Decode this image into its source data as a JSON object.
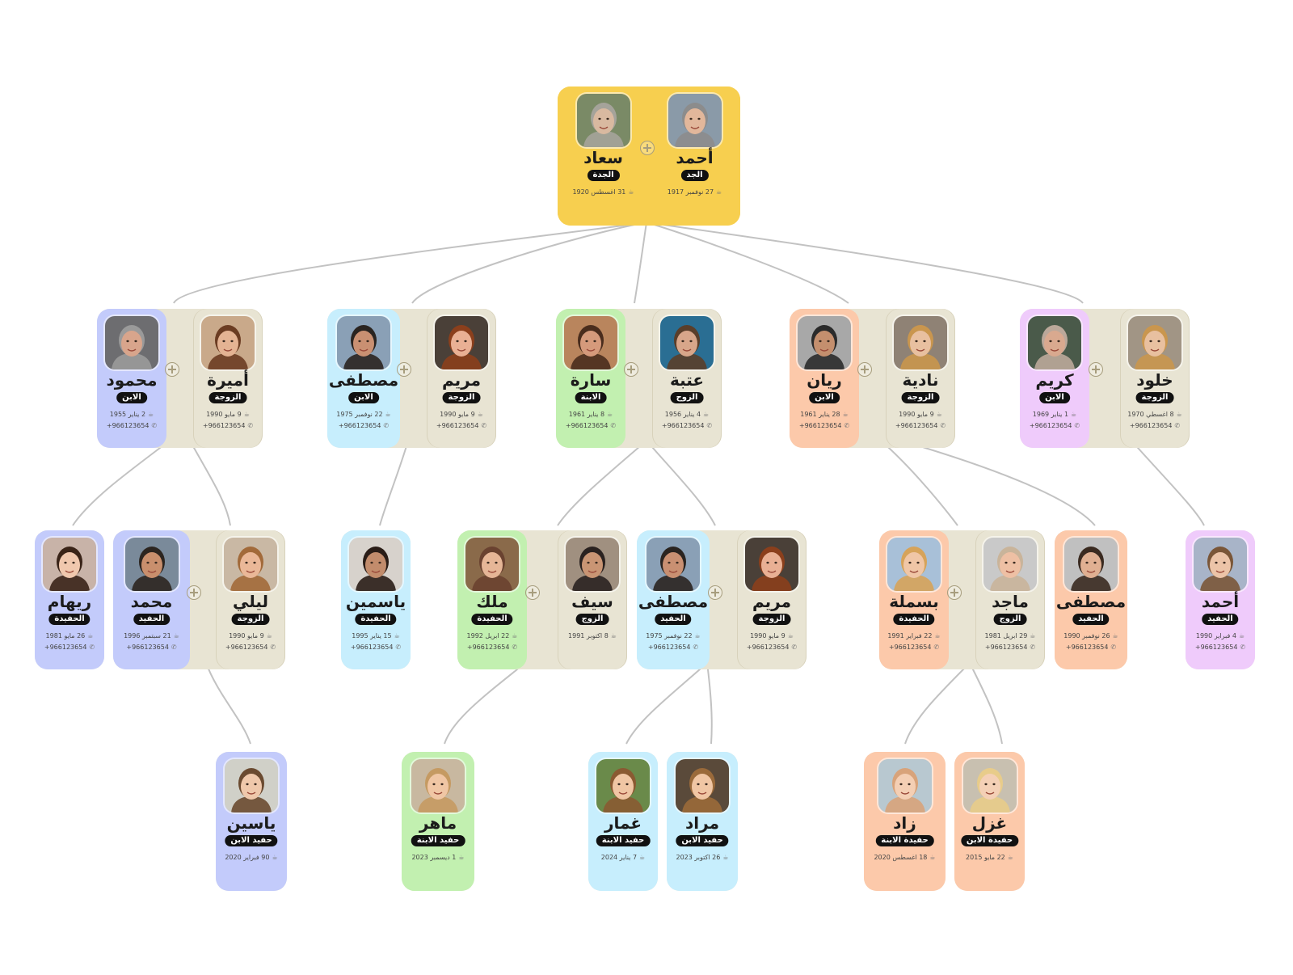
{
  "colors": {
    "gold": "#f7cf4f",
    "blue": "#c3cbfb",
    "cyan": "#c7eefd",
    "green": "#c2f0b0",
    "orange": "#fcc9aa",
    "purple": "#efcbfb",
    "spouse": "#e8e4d3",
    "link": "#c2c2c2"
  },
  "icons": {
    "birthday": "cake-icon",
    "phone": "phone-icon",
    "add": "plus-icon"
  },
  "people": {
    "gp_wife": {
      "name": "سعاد",
      "role": "الجدة",
      "birth": "31 اغسطس 1920"
    },
    "gp_husband": {
      "name": "أحمد",
      "role": "الجد",
      "birth": "27 نوفمبر 1917"
    },
    "mahmoud": {
      "name": "محمود",
      "role": "الابن",
      "birth": "2 يناير 1955",
      "phone": "+966123654"
    },
    "amira": {
      "name": "أميرة",
      "role": "الزوجة",
      "birth": "9 مايو 1990",
      "phone": "+966123654"
    },
    "mustafa1": {
      "name": "مصطفى",
      "role": "الابن",
      "birth": "22 نوفمبر 1975",
      "phone": "+966123654"
    },
    "maryam1": {
      "name": "مريم",
      "role": "الزوجة",
      "birth": "9 مايو 1990",
      "phone": "+966123654"
    },
    "sara": {
      "name": "سارة",
      "role": "الابنة",
      "birth": "8 يناير 1961",
      "phone": "+966123654"
    },
    "utba": {
      "name": "عتبة",
      "role": "الزوج",
      "birth": "4 يناير 1956",
      "phone": "+966123654"
    },
    "rayan": {
      "name": "ريان",
      "role": "الابن",
      "birth": "28 يناير 1961",
      "phone": "+966123654"
    },
    "nadia": {
      "name": "نادية",
      "role": "الزوجة",
      "birth": "9 مايو 1990",
      "phone": "+966123654"
    },
    "karim": {
      "name": "كريم",
      "role": "الابن",
      "birth": "1 يناير 1969",
      "phone": "+966123654"
    },
    "khulood": {
      "name": "خلود",
      "role": "الزوجة",
      "birth": "8 اغسطي 1970",
      "phone": "+966123654"
    },
    "riham": {
      "name": "ريهام",
      "role": "الحفيدة",
      "birth": "26 مايو 1981",
      "phone": "+966123654"
    },
    "mohammed": {
      "name": "محمد",
      "role": "الحفيد",
      "birth": "21 سبتمبر 1996",
      "phone": "+966123654"
    },
    "laila": {
      "name": "ليلي",
      "role": "الزوجة",
      "birth": "9 مايو 1990",
      "phone": "+966123654"
    },
    "yasmin": {
      "name": "ياسمين",
      "role": "الحفيدة",
      "birth": "15 يناير 1995",
      "phone": "+966123654"
    },
    "malak": {
      "name": "ملك",
      "role": "الحفيدة",
      "birth": "22 ابريل 1992",
      "phone": "+966123654"
    },
    "saif": {
      "name": "سيف",
      "role": "الزوج",
      "birth": "8 اكتوبر 1991"
    },
    "mustafa2": {
      "name": "مصطفى",
      "role": "الحفيد",
      "birth": "22 نوفمبر 1975",
      "phone": "+966123654"
    },
    "maryam2": {
      "name": "مريم",
      "role": "الزوجة",
      "birth": "9 مايو 1990",
      "phone": "+966123654"
    },
    "basmala": {
      "name": "بسملة",
      "role": "الحفيدة",
      "birth": "22 فبراير 1991",
      "phone": "+966123654"
    },
    "majed": {
      "name": "ماجد",
      "role": "الزوج",
      "birth": "29 ابريل 1981",
      "phone": "+966123654"
    },
    "mustafa3": {
      "name": "مصطفى",
      "role": "الحفيد",
      "birth": "26 نوفمبر 1990",
      "phone": "+966123654"
    },
    "ahmed2": {
      "name": "أحمد",
      "role": "الحفيد",
      "birth": "4 فبراير 1990",
      "phone": "+966123654"
    },
    "yassin": {
      "name": "ياسين",
      "role": "حفيد الابن",
      "birth": "90 فبراير 2020"
    },
    "maher": {
      "name": "ماهر",
      "role": "حفيد الابنة",
      "birth": "1 ديسمبر 2023"
    },
    "ammar": {
      "name": "غمار",
      "role": "حفيد الابنة",
      "birth": "7 يناير 2024"
    },
    "murad": {
      "name": "مراد",
      "role": "حفيد الابن",
      "birth": "26 اكتوبر 2023"
    },
    "zad": {
      "name": "زاد",
      "role": "حفيدة الابنة",
      "birth": "18 اغسطس 2020"
    },
    "ghazal": {
      "name": "غزل",
      "role": "حفيدة الابن",
      "birth": "22 مايو 2015"
    }
  }
}
